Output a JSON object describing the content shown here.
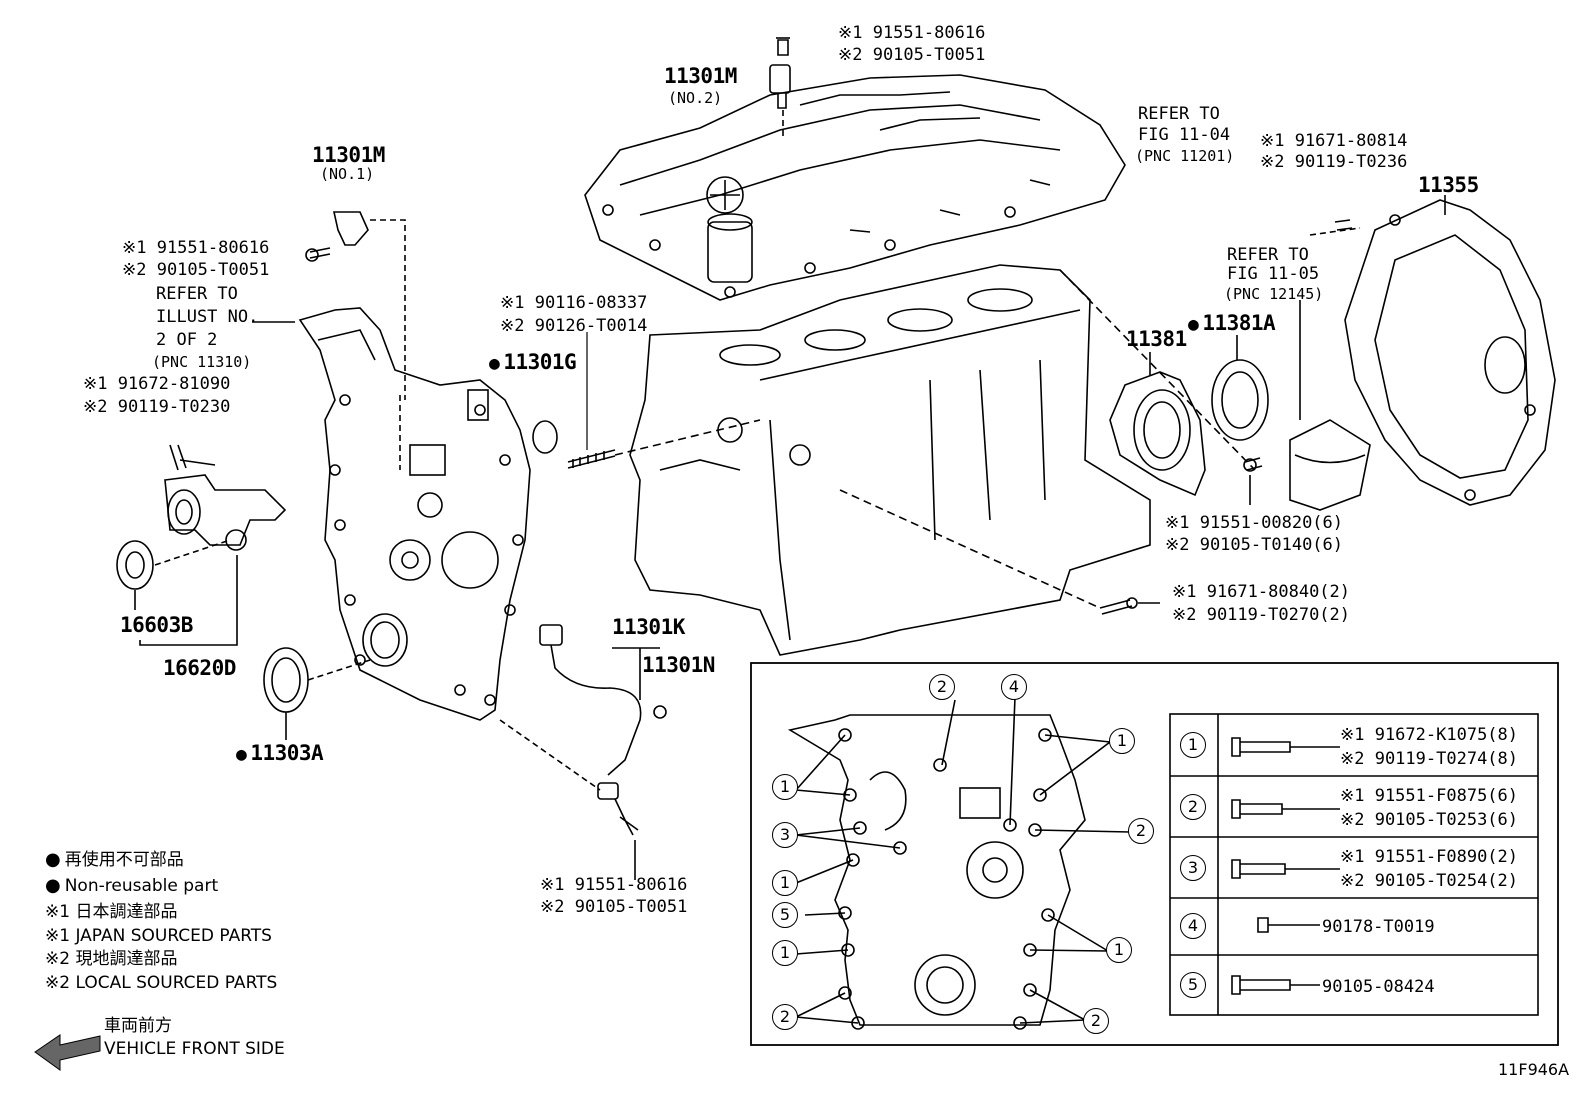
{
  "labels": {
    "top_sensor": {
      "pn1": "※1 91551-80616",
      "pn2": "※2 90105-T0051"
    },
    "cam_sensor_no2": {
      "code": "11301M",
      "sub": "(NO.2)"
    },
    "cam_sensor_no1": {
      "code": "11301M",
      "sub": "(NO.1)"
    },
    "left_bolt": {
      "pn1": "※1 91551-80616",
      "pn2": "※2 90105-T0051"
    },
    "refer_illust": {
      "l1": "REFER TO",
      "l2": "ILLUST NO.",
      "l3": "2 OF 2",
      "l4": "(PNC 11310)"
    },
    "tensioner_bolt": {
      "pn1": "※1 91672-81090",
      "pn2": "※2 90119-T0230"
    },
    "idler": "16603B",
    "tensioner": "16620D",
    "seal_front": "11303A",
    "stud": {
      "pn1": "※1 90116-08337",
      "pn2": "※2 90126-T0014"
    },
    "o_ring": "11301G",
    "wire": {
      "k": "11301K",
      "n": "11301N"
    },
    "wire_bolt": {
      "pn1": "※1 91551-80616",
      "pn2": "※2 90105-T0051"
    },
    "refer_11_04": {
      "l1": "REFER TO",
      "l2": "FIG 11-04",
      "l3": "(PNC 11201)"
    },
    "rear_bolt": {
      "pn1": "※1 91671-80814",
      "pn2": "※2 90119-T0236"
    },
    "plate": "11355",
    "refer_11_05": {
      "l1": "REFER TO",
      "l2": "FIG 11-05",
      "l3": "(PNC 12145)"
    },
    "retainer": "11381",
    "rear_seal": "11381A",
    "retainer_bolt": {
      "pn1": "※1 91551-00820(6)",
      "pn2": "※2 90105-T0140(6)"
    },
    "block_bolt": {
      "pn1": "※1 91671-80840(2)",
      "pn2": "※2 90119-T0270(2)"
    }
  },
  "legend": {
    "nr_jp": "再使用不可部品",
    "nr_en": "Non-reusable part",
    "j1": "※1 日本調達部品",
    "j2": "※1 JAPAN SOURCED PARTS",
    "l1": "※2 現地調達部品",
    "l2": "※2 LOCAL SOURCED PARTS",
    "front_jp": "車両前方",
    "front_en": "VEHICLE FRONT SIDE"
  },
  "bolt_table": [
    {
      "num": "1",
      "pn1": "※1  91672-K1075(8)",
      "pn2": "※2  90119-T0274(8)"
    },
    {
      "num": "2",
      "pn1": "※1  91551-F0875(6)",
      "pn2": "※2  90105-T0253(6)"
    },
    {
      "num": "3",
      "pn1": "※1  91551-F0890(2)",
      "pn2": "※2  90105-T0254(2)"
    },
    {
      "num": "4",
      "pn1": "90178-T0019",
      "pn2": ""
    },
    {
      "num": "5",
      "pn1": "90105-08424",
      "pn2": ""
    }
  ],
  "figure_id": "11F946A"
}
